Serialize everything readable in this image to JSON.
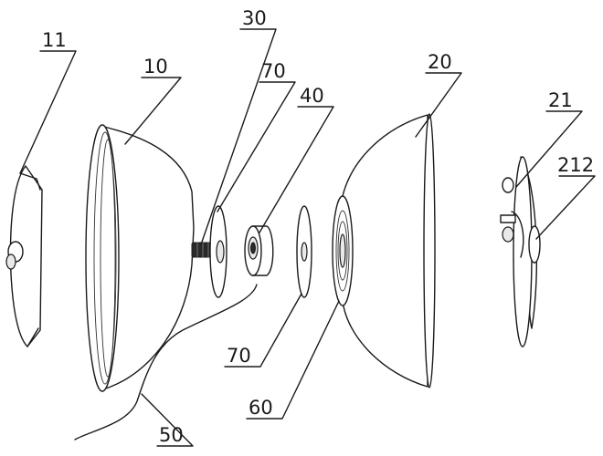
{
  "figure": {
    "labels": {
      "l11": "11",
      "l10": "10",
      "l30": "30",
      "l70_top": "70",
      "l40": "40",
      "l20": "20",
      "l21": "21",
      "l212": "212",
      "l70_bottom": "70",
      "l60": "60",
      "l50": "50"
    },
    "colors": {
      "line": "#1a1a1a",
      "background": "#ffffff",
      "shaft": "#2a2a2a"
    }
  }
}
